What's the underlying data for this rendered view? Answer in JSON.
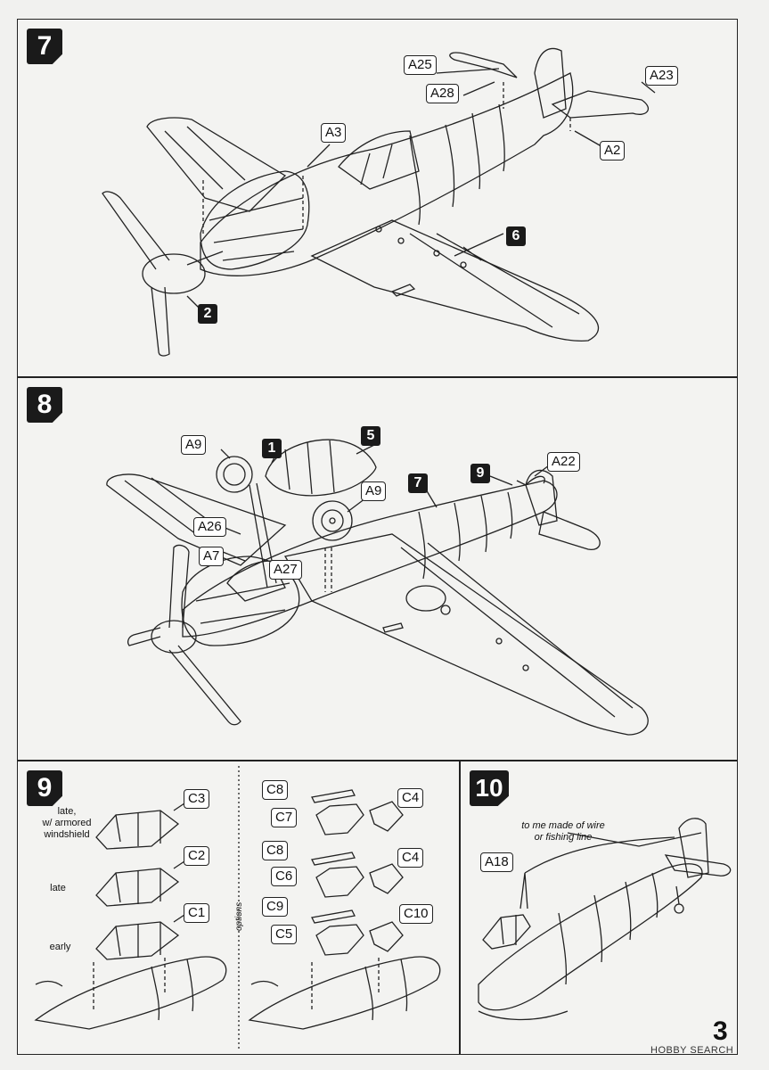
{
  "steps": {
    "s7": {
      "number": "7",
      "parts": [
        "A25",
        "A23",
        "A28",
        "A3",
        "A2",
        "6",
        "2"
      ]
    },
    "s8": {
      "number": "8",
      "parts": [
        "A9",
        "1",
        "5",
        "A22",
        "9",
        "7",
        "A9",
        "A26",
        "A7",
        "A27"
      ]
    },
    "s9": {
      "number": "9",
      "variants": {
        "late_armored": "late,\nw/ armored\nwindshield",
        "late": "late",
        "early": "early"
      },
      "left_parts": [
        "C3",
        "C2",
        "C1"
      ],
      "right_parts": [
        "C8",
        "C4",
        "C7",
        "C8",
        "C4",
        "C6",
        "C9",
        "C10",
        "C5"
      ],
      "options_label": "options"
    },
    "s10": {
      "number": "10",
      "parts": [
        "A18"
      ],
      "note": "to me made of wire\nor fishing line"
    }
  },
  "page_number": "3",
  "watermark": "HOBBY SEARCH"
}
